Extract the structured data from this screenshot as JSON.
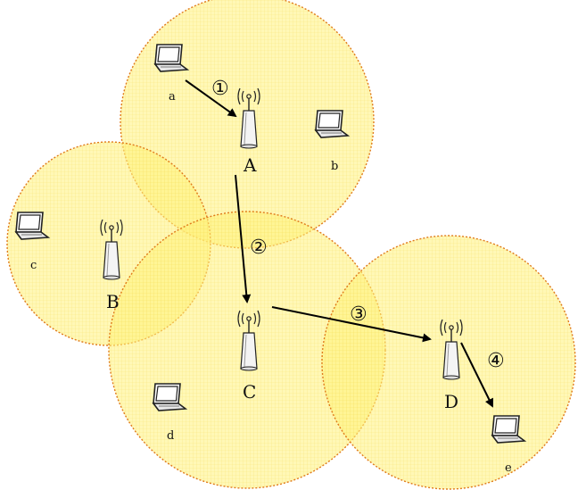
{
  "access_points": [
    {
      "id": "A",
      "label": "A"
    },
    {
      "id": "B",
      "label": "B"
    },
    {
      "id": "C",
      "label": "C"
    },
    {
      "id": "D",
      "label": "D"
    }
  ],
  "devices": [
    {
      "id": "a",
      "label": "a"
    },
    {
      "id": "b",
      "label": "b"
    },
    {
      "id": "c",
      "label": "c"
    },
    {
      "id": "d",
      "label": "d"
    },
    {
      "id": "e",
      "label": "e"
    }
  ],
  "steps": [
    {
      "id": "1",
      "label": "①"
    },
    {
      "id": "2",
      "label": "②"
    },
    {
      "id": "3",
      "label": "③"
    },
    {
      "id": "4",
      "label": "④"
    }
  ],
  "colors": {
    "coverage_fill": "#fff27a",
    "coverage_border": "#e07a1a",
    "arrow": "#000000",
    "device_body": "#e8e8e8"
  }
}
